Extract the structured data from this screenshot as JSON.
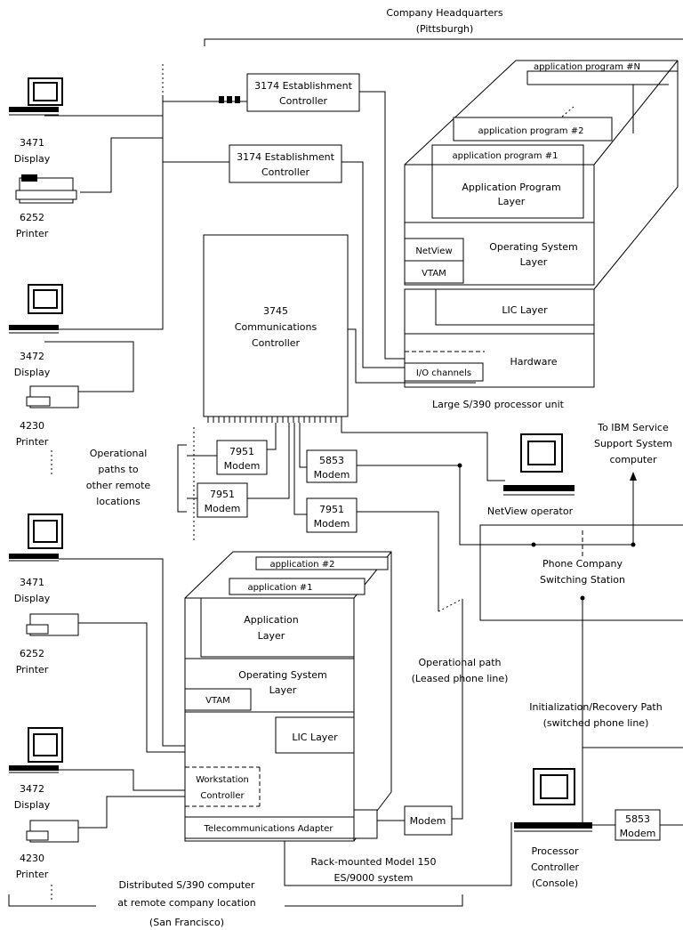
{
  "hq": {
    "title": "Company Headquarters",
    "location": "(Pittsburgh)"
  },
  "controllers": {
    "c1": [
      "3174 Establishment",
      "Controller"
    ],
    "c2": [
      "3174 Establishment",
      "Controller"
    ],
    "comm": [
      "3745",
      "Communications",
      "Controller"
    ]
  },
  "devices": {
    "d1": "3471",
    "d1b": "Display",
    "p1": "6252",
    "p1b": "Printer",
    "d2": "3472",
    "d2b": "Display",
    "p2": "4230",
    "p2b": "Printer",
    "d3": "3471",
    "d3b": "Display",
    "p3": "6252",
    "p3b": "Printer",
    "d4": "3472",
    "d4b": "Display",
    "p4": "4230",
    "p4b": "Printer"
  },
  "large_unit": {
    "app_n": "application program #N",
    "app_2": "application program #2",
    "app_1": "application program #1",
    "apl": [
      "Application Program",
      "Layer"
    ],
    "netview": "NetView",
    "vtam": "VTAM",
    "os": [
      "Operating System",
      "Layer"
    ],
    "lic": "LIC Layer",
    "hw": "Hardware",
    "io": "I/O channels",
    "caption": "Large S/390 processor unit"
  },
  "modems": {
    "m1": [
      "7951",
      "Modem"
    ],
    "m2": [
      "7951",
      "Modem"
    ],
    "m3": [
      "5853",
      "Modem"
    ],
    "m4": [
      "7951",
      "Modem"
    ],
    "m5": "Modem",
    "m6": [
      "5853",
      "Modem"
    ]
  },
  "operational_paths": [
    "Operational",
    "paths to",
    "other remote",
    "locations"
  ],
  "netview_operator": "NetView operator",
  "ibm_service": [
    "To IBM Service",
    "Support System",
    "computer"
  ],
  "phone_company": [
    "Phone Company",
    "Switching Station"
  ],
  "small_unit": {
    "app_2": "application #2",
    "app_1": "application #1",
    "al": [
      "Application",
      "Layer"
    ],
    "os": [
      "Operating System",
      "Layer"
    ],
    "vtam": "VTAM",
    "lic": "LIC Layer",
    "wc": [
      "Workstation",
      "Controller"
    ],
    "ta": "Telecommunications Adapter",
    "caption": [
      "Rack-mounted Model 150",
      "ES/9000 system"
    ]
  },
  "leased_path": [
    "Operational path",
    "(Leased phone line)"
  ],
  "init_path": [
    "Initialization/Recovery Path",
    "(switched phone line)"
  ],
  "processor_controller": [
    "Processor",
    "Controller",
    "(Console)"
  ],
  "distributed": [
    "Distributed S/390 computer",
    "at remote company location",
    "(San Francisco)"
  ]
}
